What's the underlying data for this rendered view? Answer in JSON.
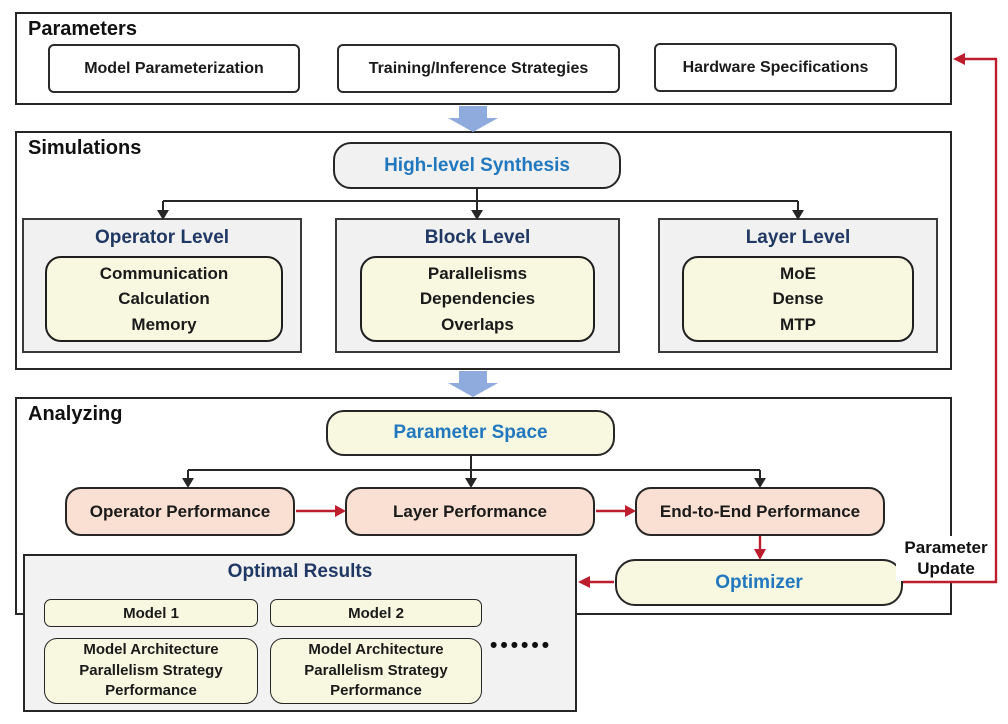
{
  "colors": {
    "navy_heading": "#203864",
    "blue_label": "#2178be",
    "red_arrow": "#bd1e2d",
    "blue_block_arrow": "#8faadc",
    "yellow_fill": "#f8f8e1",
    "pink_fill": "#fae0d2",
    "gray_fill": "#f1f1f1"
  },
  "parameters": {
    "title": "Parameters",
    "items": [
      "Model Parameterization",
      "Training/Inference Strategies",
      "Hardware Specifications"
    ]
  },
  "simulations": {
    "title": "Simulations",
    "synthesis_label": "High-level Synthesis",
    "levels": [
      {
        "title": "Operator Level",
        "items": [
          "Communication",
          "Calculation",
          "Memory"
        ]
      },
      {
        "title": "Block Level",
        "items": [
          "Parallelisms",
          "Dependencies",
          "Overlaps"
        ]
      },
      {
        "title": "Layer Level",
        "items": [
          "MoE",
          "Dense",
          "MTP"
        ]
      }
    ]
  },
  "analyzing": {
    "title": "Analyzing",
    "parameter_space_label": "Parameter Space",
    "performance_boxes": [
      "Operator Performance",
      "Layer Performance",
      "End-to-End Performance"
    ],
    "optimizer_label": "Optimizer",
    "parameter_update": [
      "Parameter",
      "Update"
    ]
  },
  "optimal_results": {
    "title": "Optimal Results",
    "models": [
      {
        "name": "Model 1",
        "details": [
          "Model Architecture",
          "Parallelism Strategy",
          "Performance"
        ]
      },
      {
        "name": "Model 2",
        "details": [
          "Model Architecture",
          "Parallelism Strategy",
          "Performance"
        ]
      }
    ],
    "ellipsis": "••••••"
  }
}
